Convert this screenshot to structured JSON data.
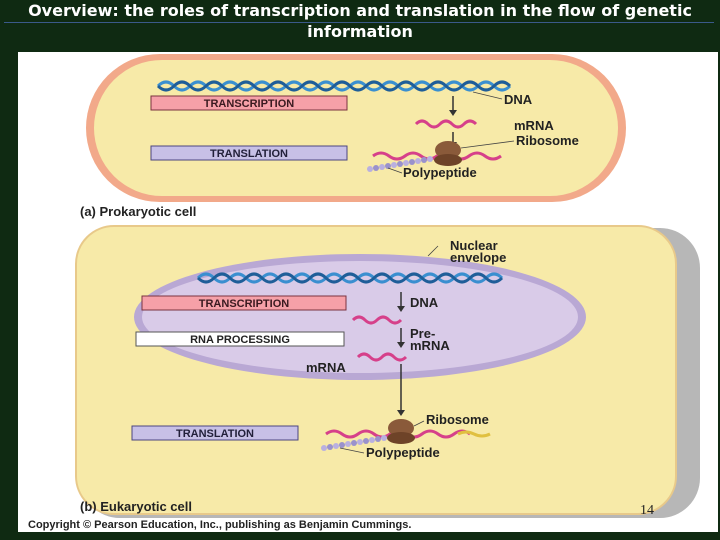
{
  "slide": {
    "title": "Overview: the roles of transcription and translation in the flow of genetic information",
    "page_number": "14"
  },
  "figure": {
    "prokaryotic": {
      "caption": "(a) Prokaryotic cell",
      "process_boxes": [
        "TRANSCRIPTION",
        "TRANSLATION"
      ],
      "labels": [
        "DNA",
        "mRNA",
        "Ribosome",
        "Polypeptide"
      ]
    },
    "eukaryotic": {
      "caption": "(b) Eukaryotic cell",
      "process_boxes": [
        "TRANSCRIPTION",
        "RNA PROCESSING",
        "TRANSLATION"
      ],
      "labels": [
        "Nuclear envelope",
        "DNA",
        "Pre-mRNA",
        "mRNA",
        "Ribosome",
        "Polypeptide"
      ],
      "pre_mrna_lines": [
        "Pre-",
        "mRNA"
      ],
      "nuclear_lines": [
        "Nuclear",
        "envelope"
      ]
    },
    "copyright": "Copyright © Pearson Education, Inc., publishing as Benjamin Cummings."
  },
  "colors": {
    "slide_bg": "#0f2a12",
    "cell_fill": "#f7eaa8",
    "cell_border": "#f2a98a",
    "nucleus_fill": "#d9cbe8",
    "transcription_box": "#f6a0a8",
    "translation_box": "#c7c0e6",
    "dna_color": "#3a8fd0",
    "mrna_color": "#d6408a"
  }
}
